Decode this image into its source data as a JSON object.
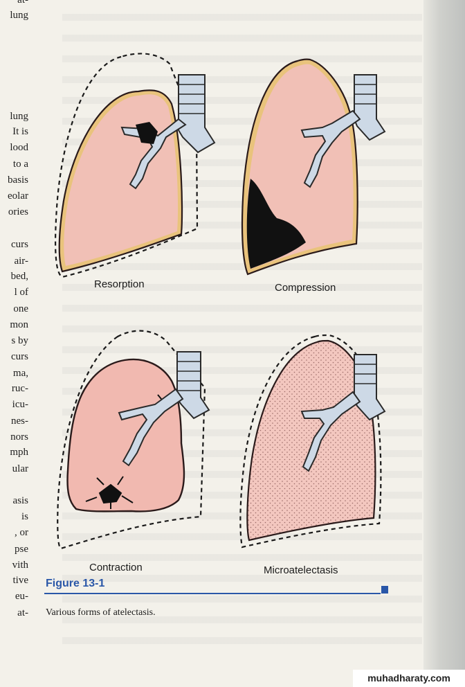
{
  "margin_text": [
    "at-",
    "lung",
    "lung",
    "It is",
    "lood",
    "to a",
    "basis",
    "eolar",
    "ories",
    "curs",
    "air-",
    "bed,",
    "l of",
    "one",
    "mon",
    "s by",
    "curs",
    "ma,",
    "ruc-",
    "icu-",
    "nes-",
    "nors",
    "mph",
    "ular",
    "asis",
    "is",
    ", or",
    "pse",
    "vith",
    "tive",
    "eu-",
    "at-"
  ],
  "figure": {
    "panels": [
      {
        "label": "Resorption"
      },
      {
        "label": "Compression"
      },
      {
        "label": "Contraction"
      },
      {
        "label": "Microatelectasis"
      }
    ],
    "title": "Figure 13-1",
    "caption": "Various forms of atelectasis."
  },
  "watermark": "muhadharaty.com",
  "colors": {
    "lung_fill": "#f1c0b6",
    "lung_outline": "#2a1a1a",
    "pleura": "#e9c37c",
    "bronchus": "#cdd9e6",
    "collapse_black": "#111111",
    "accent_blue": "#2a57a8",
    "paper": "#f3f1ea"
  }
}
